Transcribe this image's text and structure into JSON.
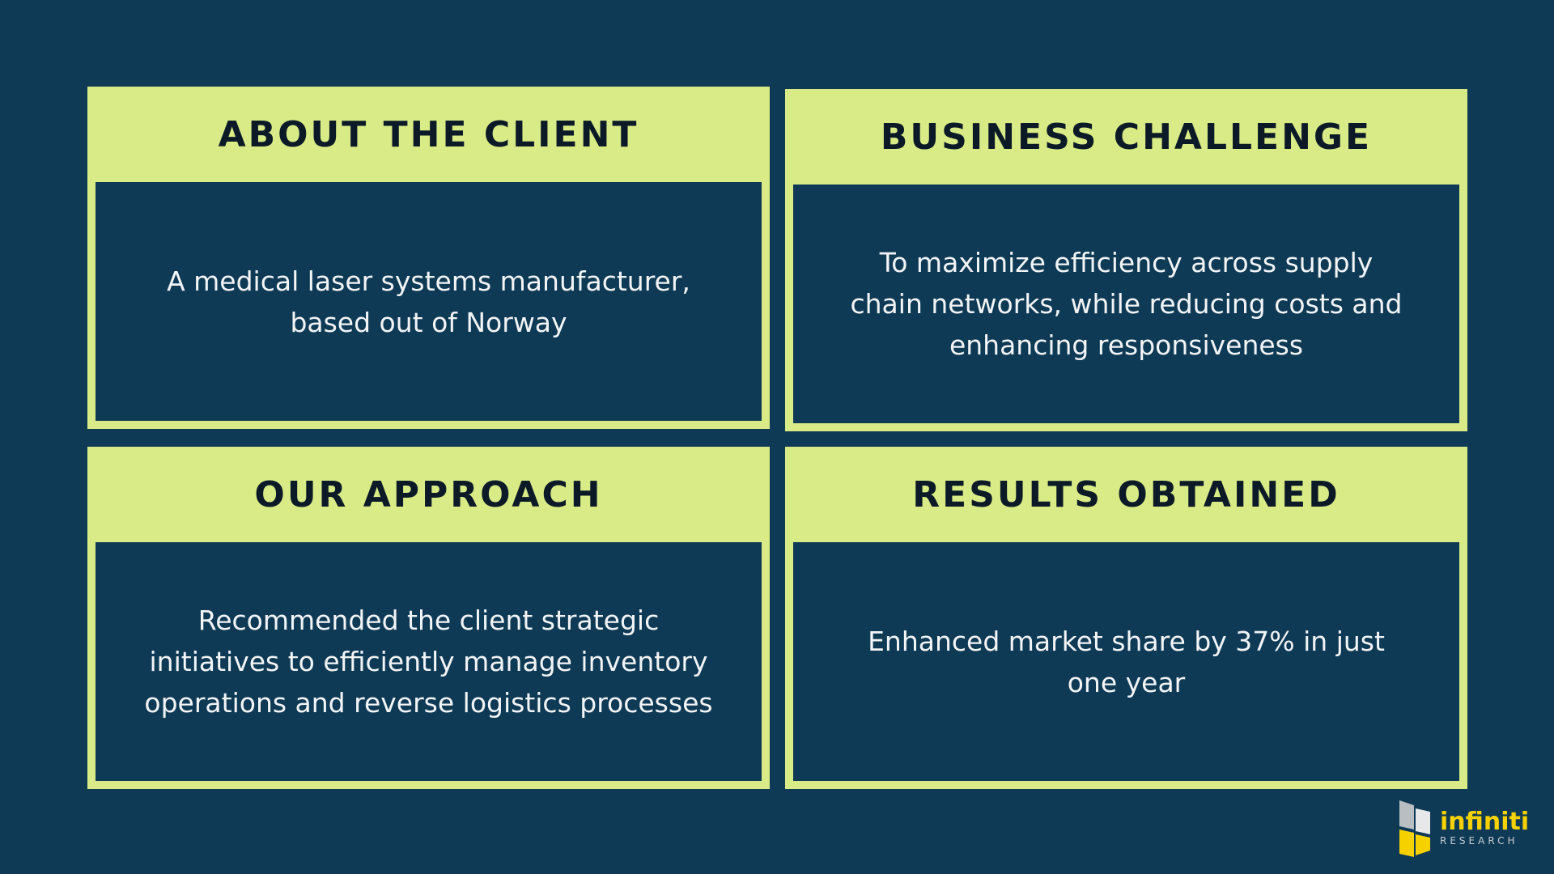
{
  "colors": {
    "background": "#0e3a56",
    "accent": "#d9eb87",
    "title_text": "#0b1a26",
    "body_text": "#f2f4f5",
    "logo_yellow": "#f5d100"
  },
  "cards": [
    {
      "title": "ABOUT THE CLIENT",
      "text": "A medical laser systems manufacturer, based out of Norway"
    },
    {
      "title": "BUSINESS CHALLENGE",
      "text": "To maximize efficiency across supply chain networks, while reducing costs and enhancing responsiveness"
    },
    {
      "title": "OUR APPROACH",
      "text": "Recommended the client strategic initiatives to efficiently manage inventory operations and reverse logistics processes"
    },
    {
      "title": "RESULTS OBTAINED",
      "text": "Enhanced market share by 37% in just one year"
    }
  ],
  "logo": {
    "name": "infiniti",
    "subtitle": "RESEARCH",
    "icon": "infiniti-logo-mark"
  }
}
